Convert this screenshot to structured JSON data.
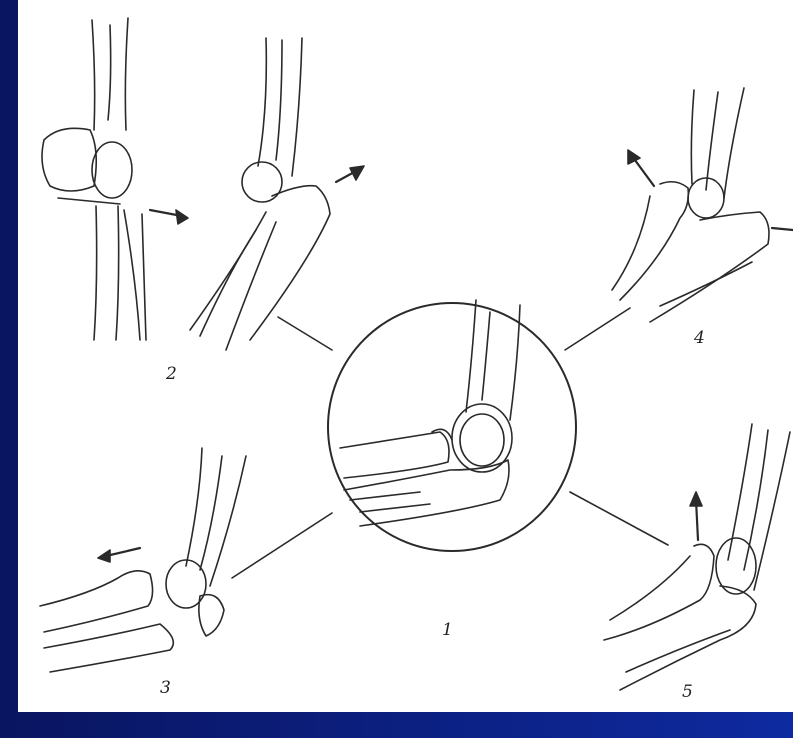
{
  "colors": {
    "background": "#0e2aa0",
    "paper": "#ffffff",
    "ink": "#2a2a2a"
  },
  "figure_labels": {
    "center": "1",
    "top_left": "2",
    "bottom_left": "3",
    "top_right": "4",
    "bottom_right": "5"
  }
}
